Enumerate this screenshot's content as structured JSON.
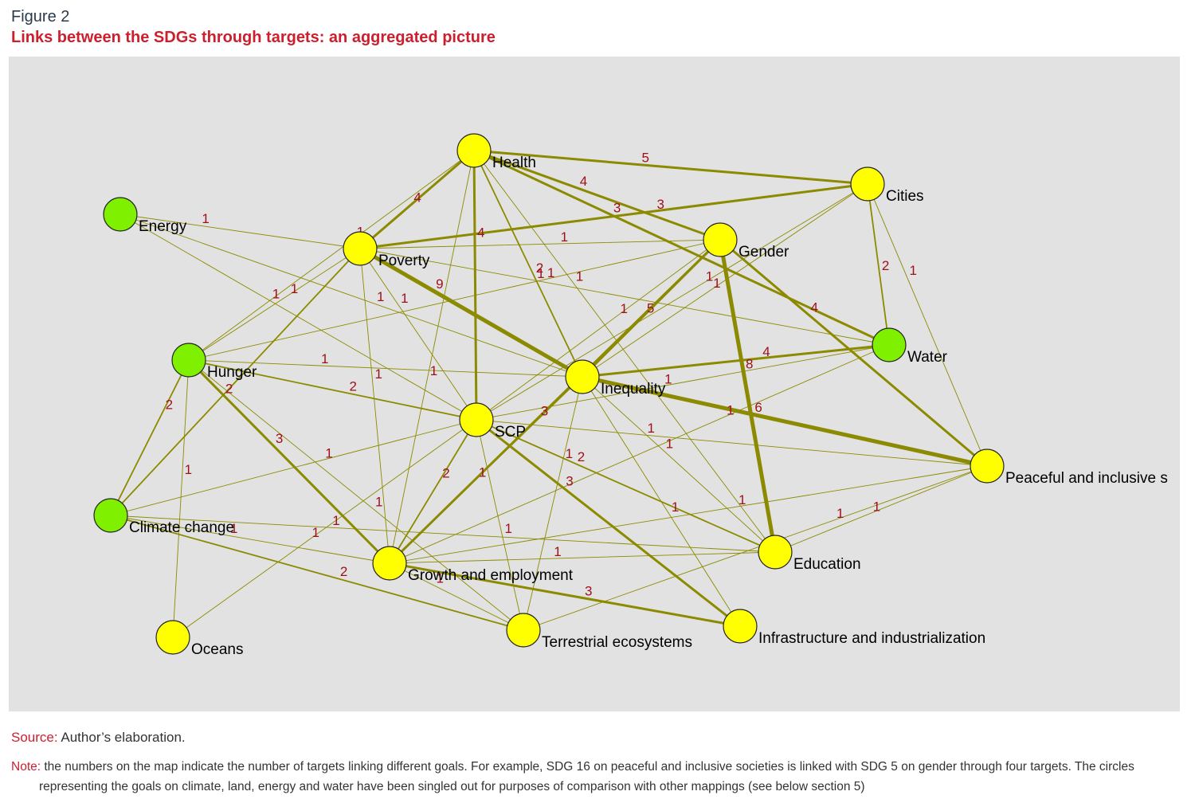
{
  "figure": {
    "label": "Figure 2",
    "title": "Links between the SDGs through targets: an aggregated picture"
  },
  "colors": {
    "yellow_node": "#ffff00",
    "green_node": "#7ef000",
    "edge": "#8c8a00",
    "edge_label": "#a0101a",
    "title_red": "#cc1f2e",
    "panel_bg": "#e2e2e2"
  },
  "nodes": [
    {
      "id": "health",
      "label": "Health",
      "color": "yellow"
    },
    {
      "id": "cities",
      "label": "Cities",
      "color": "yellow"
    },
    {
      "id": "energy",
      "label": "Energy",
      "color": "green"
    },
    {
      "id": "poverty",
      "label": "Poverty",
      "color": "yellow"
    },
    {
      "id": "gender",
      "label": "Gender",
      "color": "yellow"
    },
    {
      "id": "water",
      "label": "Water",
      "color": "green"
    },
    {
      "id": "hunger",
      "label": "Hunger",
      "color": "green"
    },
    {
      "id": "inequality",
      "label": "Inequality",
      "color": "yellow"
    },
    {
      "id": "scp",
      "label": "SCP",
      "color": "yellow"
    },
    {
      "id": "peaceful",
      "label": "Peaceful and inclusive s",
      "color": "yellow"
    },
    {
      "id": "climate",
      "label": "Climate change",
      "color": "green"
    },
    {
      "id": "education",
      "label": "Education",
      "color": "yellow"
    },
    {
      "id": "growth",
      "label": "Growth and employment",
      "color": "yellow"
    },
    {
      "id": "oceans",
      "label": "Oceans",
      "color": "yellow"
    },
    {
      "id": "terrestrial",
      "label": "Terrestrial ecosystems",
      "color": "yellow"
    },
    {
      "id": "infrastructure",
      "label": "Infrastructure and industrialization",
      "color": "yellow"
    }
  ],
  "edges": [
    {
      "from": "health",
      "to": "cities",
      "weight": 5
    },
    {
      "from": "health",
      "to": "poverty",
      "weight": 4
    },
    {
      "from": "health",
      "to": "water",
      "weight": 3
    },
    {
      "from": "health",
      "to": "gender",
      "weight": 4
    },
    {
      "from": "health",
      "to": "inequality",
      "weight": 2
    },
    {
      "from": "health",
      "to": "scp",
      "weight": 4
    },
    {
      "from": "health",
      "to": "hunger",
      "weight": 1
    },
    {
      "from": "health",
      "to": "growth",
      "weight": 1
    },
    {
      "from": "health",
      "to": "education",
      "weight": 1
    },
    {
      "from": "cities",
      "to": "poverty",
      "weight": 3
    },
    {
      "from": "cities",
      "to": "water",
      "weight": 2
    },
    {
      "from": "cities",
      "to": "peaceful",
      "weight": 1
    },
    {
      "from": "cities",
      "to": "scp",
      "weight": 1
    },
    {
      "from": "cities",
      "to": "inequality",
      "weight": 1
    },
    {
      "from": "energy",
      "to": "poverty",
      "weight": 1
    },
    {
      "from": "energy",
      "to": "scp",
      "weight": 1
    },
    {
      "from": "energy",
      "to": "inequality",
      "weight": 1
    },
    {
      "from": "poverty",
      "to": "inequality",
      "weight": 9
    },
    {
      "from": "poverty",
      "to": "hunger",
      "weight": 1
    },
    {
      "from": "poverty",
      "to": "climate",
      "weight": 2
    },
    {
      "from": "poverty",
      "to": "scp",
      "weight": 1
    },
    {
      "from": "poverty",
      "to": "growth",
      "weight": 1
    },
    {
      "from": "poverty",
      "to": "gender",
      "weight": 1
    },
    {
      "from": "poverty",
      "to": "water",
      "weight": 1
    },
    {
      "from": "gender",
      "to": "education",
      "weight": 8
    },
    {
      "from": "gender",
      "to": "inequality",
      "weight": 5
    },
    {
      "from": "gender",
      "to": "peaceful",
      "weight": 4
    },
    {
      "from": "gender",
      "to": "scp",
      "weight": 1
    },
    {
      "from": "gender",
      "to": "growth",
      "weight": 3
    },
    {
      "from": "gender",
      "to": "hunger",
      "weight": 1
    },
    {
      "from": "water",
      "to": "inequality",
      "weight": 4
    },
    {
      "from": "water",
      "to": "scp",
      "weight": 1
    },
    {
      "from": "water",
      "to": "growth",
      "weight": 1
    },
    {
      "from": "hunger",
      "to": "growth",
      "weight": 3
    },
    {
      "from": "hunger",
      "to": "scp",
      "weight": 2
    },
    {
      "from": "hunger",
      "to": "climate",
      "weight": 2
    },
    {
      "from": "hunger",
      "to": "oceans",
      "weight": 1
    },
    {
      "from": "hunger",
      "to": "terrestrial",
      "weight": 1
    },
    {
      "from": "hunger",
      "to": "inequality",
      "weight": 1
    },
    {
      "from": "inequality",
      "to": "peaceful",
      "weight": 6
    },
    {
      "from": "inequality",
      "to": "growth",
      "weight": 1
    },
    {
      "from": "inequality",
      "to": "terrestrial",
      "weight": 1
    },
    {
      "from": "inequality",
      "to": "education",
      "weight": 1
    },
    {
      "from": "inequality",
      "to": "infrastructure",
      "weight": 1
    },
    {
      "from": "scp",
      "to": "education",
      "weight": 2
    },
    {
      "from": "scp",
      "to": "growth",
      "weight": 2
    },
    {
      "from": "scp",
      "to": "terrestrial",
      "weight": 1
    },
    {
      "from": "scp",
      "to": "infrastructure",
      "weight": 3
    },
    {
      "from": "scp",
      "to": "climate",
      "weight": 1
    },
    {
      "from": "scp",
      "to": "oceans",
      "weight": 1
    },
    {
      "from": "scp",
      "to": "peaceful",
      "weight": 1
    },
    {
      "from": "peaceful",
      "to": "growth",
      "weight": 1
    },
    {
      "from": "peaceful",
      "to": "education",
      "weight": 1
    },
    {
      "from": "peaceful",
      "to": "terrestrial",
      "weight": 1
    },
    {
      "from": "climate",
      "to": "growth",
      "weight": 1
    },
    {
      "from": "climate",
      "to": "terrestrial",
      "weight": 2
    },
    {
      "from": "climate",
      "to": "education",
      "weight": 1
    },
    {
      "from": "growth",
      "to": "education",
      "weight": 1
    },
    {
      "from": "growth",
      "to": "infrastructure",
      "weight": 3
    },
    {
      "from": "growth",
      "to": "terrestrial",
      "weight": 1
    }
  ],
  "source": {
    "label": "Source:",
    "text": "Author’s elaboration."
  },
  "note": {
    "label": "Note:",
    "text": "the numbers on the map indicate the number of targets linking different goals. For example, SDG 16 on peaceful and inclusive societies is linked with SDG 5 on gender through four targets. The circles representing the goals on climate, land, energy and water have been singled out for purposes of comparison with other mappings (see below section 5)"
  }
}
